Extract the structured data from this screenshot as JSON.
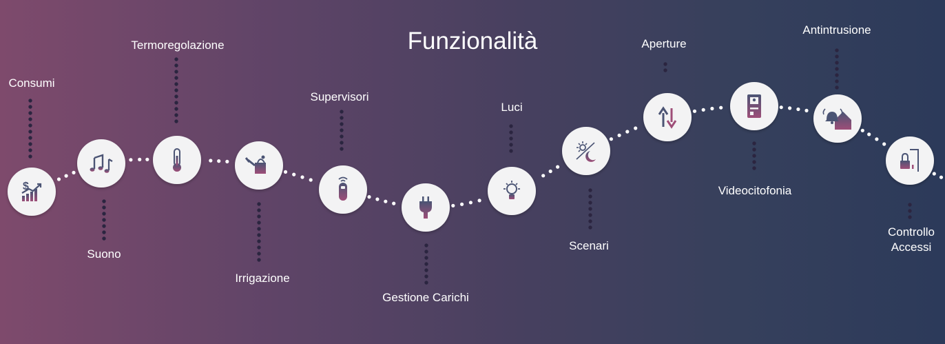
{
  "title": "Funzionalità",
  "features": [
    {
      "label": "Consumi",
      "icon": "chart-dollar-icon"
    },
    {
      "label": "Suono",
      "icon": "music-notes-icon"
    },
    {
      "label": "Termoregolazione",
      "icon": "thermometer-icon"
    },
    {
      "label": "Irrigazione",
      "icon": "watering-can-icon"
    },
    {
      "label": "Supervisori",
      "icon": "remote-control-icon"
    },
    {
      "label": "Gestione Carichi",
      "icon": "power-plug-icon"
    },
    {
      "label": "Luci",
      "icon": "light-bulb-icon"
    },
    {
      "label": "Scenari",
      "icon": "day-night-icon"
    },
    {
      "label": "Aperture",
      "icon": "up-down-arrows-icon"
    },
    {
      "label": "Videocitofonia",
      "icon": "video-intercom-icon"
    },
    {
      "label": "Antintrusione",
      "icon": "alarm-house-icon"
    },
    {
      "label": "Controllo Accessi",
      "icon": "door-lock-icon"
    }
  ],
  "colors": {
    "icon_gradient_top": "#4b5474",
    "icon_gradient_bottom": "#9e4e78",
    "circle": "#f3f3f4",
    "dot": "#ffffff",
    "stem_dot": "#2b2540"
  }
}
